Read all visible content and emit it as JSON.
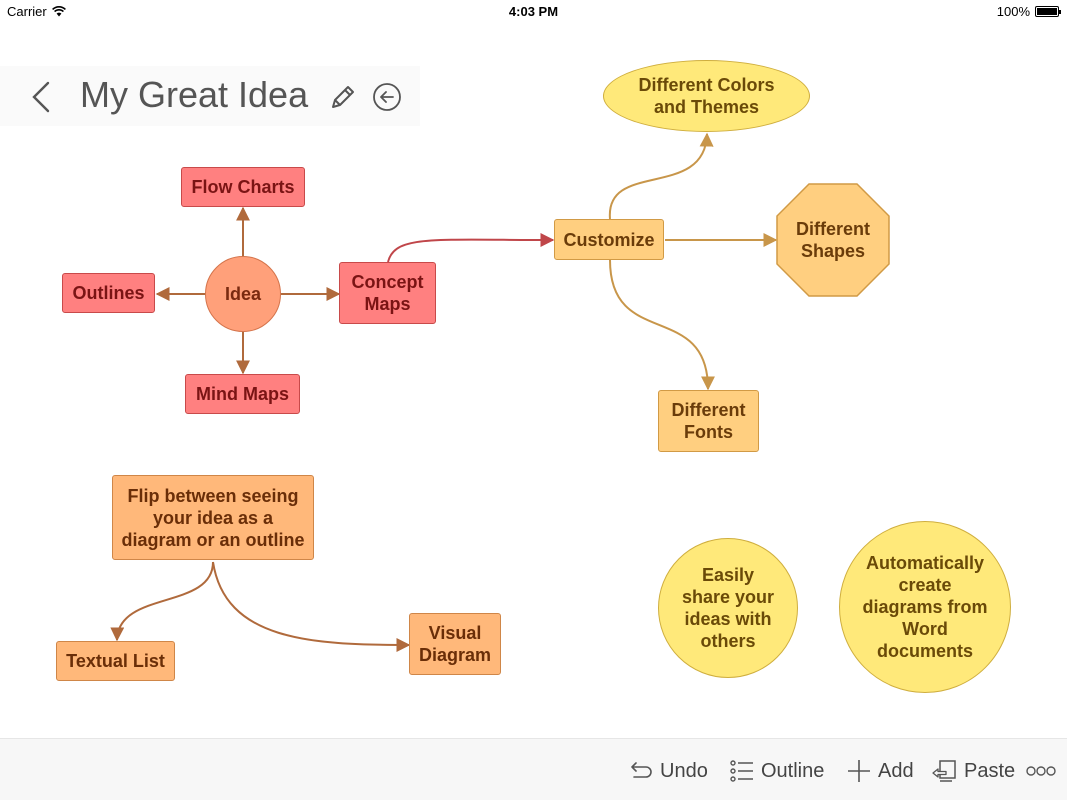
{
  "status_bar": {
    "carrier": "Carrier",
    "time": "4:03 PM",
    "battery": "100%",
    "battery_level": 1.0
  },
  "header": {
    "title": "My Great Idea",
    "back_icon": "chevron-left-icon",
    "edit_icon": "pencil-icon",
    "circle_back_icon": "circle-arrow-left-icon"
  },
  "nodes": {
    "idea": "Idea",
    "flow_charts": "Flow Charts",
    "outlines": "Outlines",
    "mind_maps": "Mind Maps",
    "concept_maps": "Concept Maps",
    "customize": "Customize",
    "different_colors": "Different Colors and Themes",
    "different_shapes": "Different Shapes",
    "different_fonts": "Different Fonts",
    "flip_between": "Flip between seeing your idea as a diagram or an outline",
    "textual_list": "Textual List",
    "visual_diagram": "Visual Diagram",
    "easily_share": "Easily share your ideas with others",
    "automatically_create": "Automatically create diagrams from Word documents"
  },
  "colors": {
    "red_fill": "#ff8080",
    "salmon_fill": "#ffa07a",
    "orange_fill": "#ffcf80",
    "peach_fill": "#ffb87a",
    "yellow_fill": "#ffe97a",
    "red_edge": "#c0464a",
    "brown_edge": "#b06a3c",
    "gold_edge": "#c8964a"
  },
  "toolbar": {
    "undo": "Undo",
    "outline": "Outline",
    "add": "Add",
    "paste": "Paste",
    "more_icon": "more-dots-icon"
  }
}
